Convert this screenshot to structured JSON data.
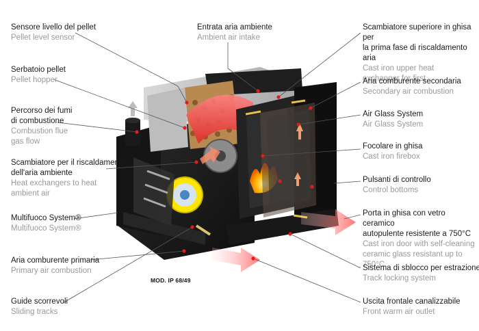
{
  "model_label": "MOD. IP 68/49",
  "callouts": [
    {
      "id": "pellet-level-sensor",
      "it": "Sensore livello del pellet",
      "en": "Pellet level sensor"
    },
    {
      "id": "pellet-hopper",
      "it": "Serbatoio pellet",
      "en": "Pellet hopper"
    },
    {
      "id": "combustion-flue",
      "it": "Percorso dei fumi\ndi combustione",
      "en": "Combustion flue\ngas flow"
    },
    {
      "id": "heat-exchanger",
      "it": "Scambiatore per il riscaldamento\ndell'aria ambiente",
      "en": "Heat exchangers to heat\nambient air"
    },
    {
      "id": "multifuoco-system",
      "it": "Multifuoco System®",
      "en": "Multifuoco System®"
    },
    {
      "id": "primary-air",
      "it": "Aria comburente primaria",
      "en": "Primary air combustion"
    },
    {
      "id": "sliding-tracks",
      "it": "Guide scorrevoli",
      "en": "Sliding tracks"
    },
    {
      "id": "ambient-air-intake",
      "it": "Entrata aria ambiente",
      "en": "Ambient air intake"
    },
    {
      "id": "cast-iron-upper-exchanger",
      "it": "Scambiatore superiore in ghisa per\nla prima fase di riscaldamento aria",
      "en": "Cast iron upper heat\nexchanger for first"
    },
    {
      "id": "secondary-air",
      "it": "Aria comburente secondaria",
      "en": "Secondary air combustion"
    },
    {
      "id": "air-glass-system",
      "it": "Air Glass System",
      "en": "Air Glass System"
    },
    {
      "id": "cast-iron-firebox",
      "it": "Focolare in ghisa",
      "en": "Cast iron firebox"
    },
    {
      "id": "control-buttons",
      "it": "Pulsanti di controllo",
      "en": "Control bottoms"
    },
    {
      "id": "cast-iron-door",
      "it": "Porta in ghisa con vetro ceramico\nautopulente resistente a 750°C",
      "en": "Cast iron door with self-cleaning\nceramic glass resistant up to 750°C"
    },
    {
      "id": "track-locking",
      "it": "Sistema di sblocco per estrazione",
      "en": "Track locking system"
    },
    {
      "id": "front-warm-air-outlet",
      "it": "Uscita frontale canalizzabile",
      "en": "Front warm air outlet"
    }
  ],
  "colors": {
    "italian_text": "#1a1a1a",
    "english_text": "#9a9a9a",
    "leader_line": "#555555",
    "dot": "#e21c1c",
    "stove_body": "#1c1c1c",
    "flame": "#ffb300"
  }
}
